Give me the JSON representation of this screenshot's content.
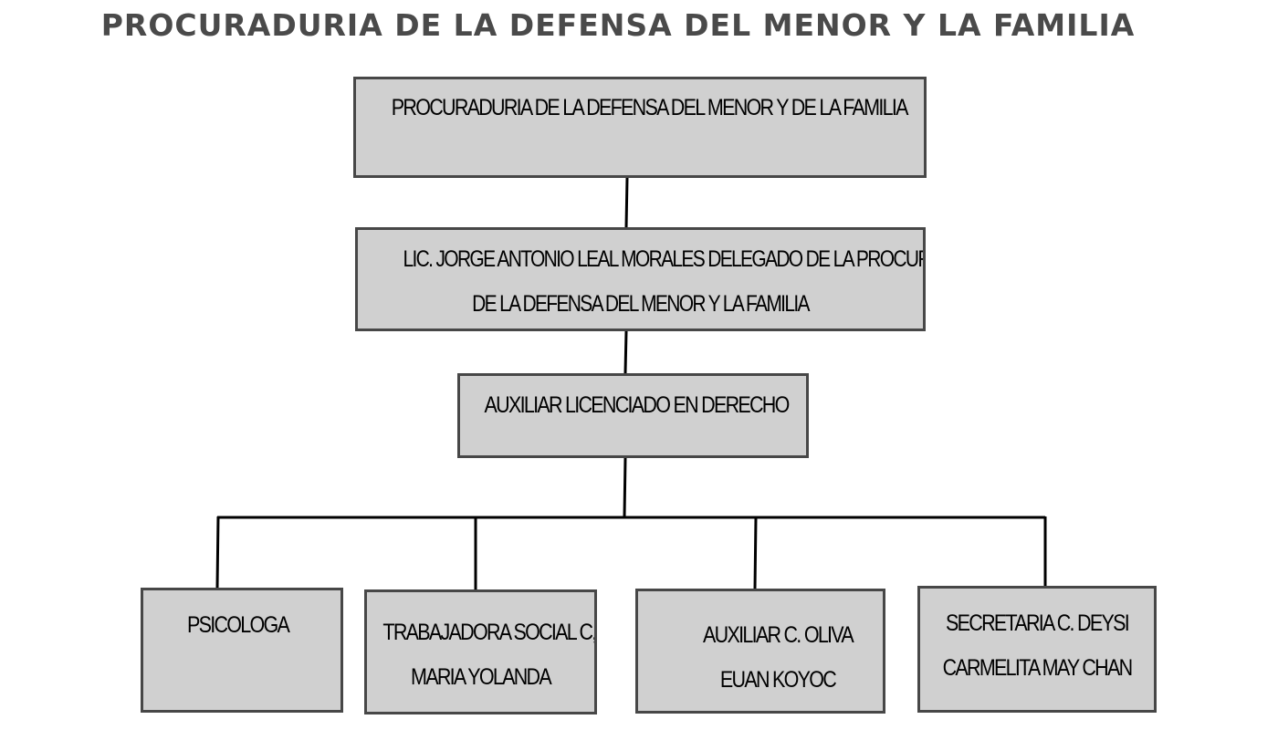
{
  "title": "PROCURADURIA DE LA DEFENSA DEL MENOR Y LA FAMILIA",
  "colors": {
    "title": "#4a4a4a",
    "box_fill": "#d0d0d0",
    "box_border": "#474747",
    "connector": "#000000"
  },
  "nodes": [
    {
      "id": "procuraduria",
      "lines": [
        "PROCURADURIA DE LA DEFENSA DEL MENOR Y DE LA FAMILIA"
      ]
    },
    {
      "id": "delegado",
      "lines": [
        "LIC. JORGE ANTONIO LEAL MORALES DELEGADO DE LA PROCURADURIA",
        "DE LA DEFENSA DEL MENOR Y LA FAMILIA"
      ]
    },
    {
      "id": "auxiliar-licenciado",
      "lines": [
        "AUXILIAR LICENCIADO EN DERECHO"
      ]
    },
    {
      "id": "psicologa",
      "lines": [
        "PSICOLOGA"
      ]
    },
    {
      "id": "trabajadora-social",
      "lines": [
        "TRABAJADORA SOCIAL C,",
        "MARIA YOLANDA"
      ]
    },
    {
      "id": "auxiliar-oliva",
      "lines": [
        "AUXILIAR  C. OLIVA",
        "EUAN KOYOC"
      ]
    },
    {
      "id": "secretaria",
      "lines": [
        "SECRETARIA C. DEYSI",
        "CARMELITA MAY CHAN"
      ]
    }
  ],
  "edges": [
    {
      "from": "procuraduria",
      "to": "delegado"
    },
    {
      "from": "delegado",
      "to": "auxiliar-licenciado"
    },
    {
      "from": "auxiliar-licenciado",
      "to": "psicologa"
    },
    {
      "from": "auxiliar-licenciado",
      "to": "trabajadora-social"
    },
    {
      "from": "auxiliar-licenciado",
      "to": "auxiliar-oliva"
    },
    {
      "from": "auxiliar-licenciado",
      "to": "secretaria"
    }
  ]
}
